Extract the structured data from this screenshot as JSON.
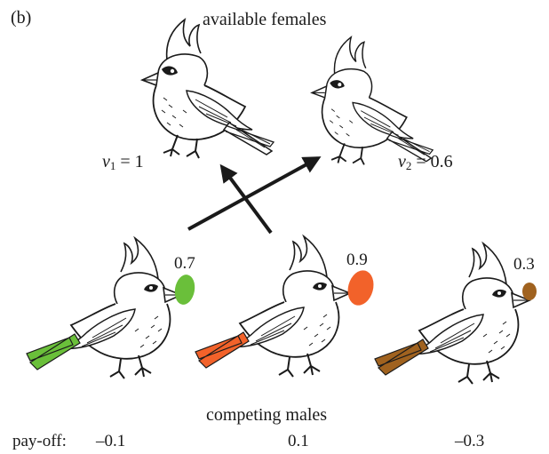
{
  "panel_label": "(b)",
  "females_title": "available females",
  "females": [
    {
      "var": "v",
      "sub": "1",
      "eq": " = 1"
    },
    {
      "var": "v",
      "sub": "2",
      "eq": " = 0.6"
    }
  ],
  "males": [
    {
      "signal": "0.7",
      "payoff": "–0.1",
      "color": "#6abf3a"
    },
    {
      "signal": "0.9",
      "payoff": "0.1",
      "color": "#f2622a"
    },
    {
      "signal": "0.3",
      "payoff": "–0.3",
      "color": "#a0621f"
    }
  ],
  "males_title": "competing males",
  "payoff_label": "pay-off:"
}
